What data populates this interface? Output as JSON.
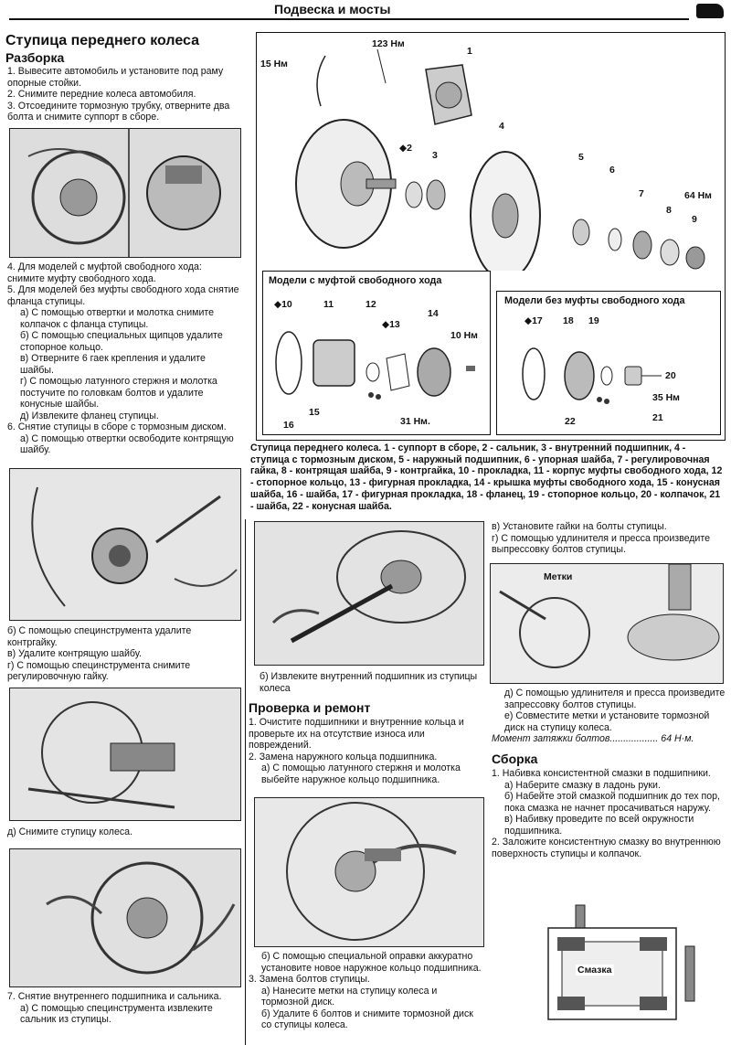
{
  "header": {
    "title": "Подвеска и мосты"
  },
  "section": {
    "title": "Ступица переднего колеса",
    "disassembly_title": "Разборка",
    "steps_a": [
      "1. Вывесите автомобиль и установите под раму опорные стойки.",
      "2. Снимите передние колеса автомобиля.",
      "3. Отсоедините тормозную трубку, отверните два болта и снимите суппорт в сборе."
    ],
    "steps_b": [
      "4. Для моделей с муфтой свободного хода: снимите муфту свободного хода.",
      "5. Для моделей без муфты свободного хода снятие фланца ступицы.",
      "а) С помощью отвертки и молотка снимите колпачок с фланца ступицы.",
      "б) С помощью специальных щипцов удалите стопорное кольцо.",
      "в) Отверните 6 гаек крепления и удалите шайбы.",
      "г) С помощью латунного стержня и молотка постучите по головкам болтов и удалите конусные шайбы.",
      "д) Извлеките фланец ступицы.",
      "6. Снятие ступицы в сборе с тормозным диском.",
      "а) С помощью отвертки освободите контрящую шайбу."
    ],
    "steps_c": [
      "б) С помощью специнструмента удалите контргайку.",
      "в) Удалите контрящую шайбу.",
      "г) С помощью специнструмента снимите регулировочную гайку."
    ],
    "steps_d": [
      "д) Снимите ступицу колеса."
    ],
    "steps_e": [
      "7. Снятие внутреннего подшипника и сальника.",
      "а) С помощью специнструмента извлеките сальник из ступицы."
    ]
  },
  "diagram": {
    "labels": {
      "t15": "15 Нм",
      "t123": "123 Нм",
      "n1": "1",
      "n2": "◆2",
      "n3": "3",
      "n4": "4",
      "n5": "5",
      "n6": "6",
      "n7": "7",
      "t64": "64 Нм",
      "n8": "8",
      "n9": "9"
    },
    "with_clutch": {
      "title": "Модели с муфтой свободного хода",
      "n10": "◆10",
      "n11": "11",
      "n12": "12",
      "n13": "◆13",
      "n14": "14",
      "t10": "10 Нм",
      "n15": "15",
      "n16": "16",
      "t31": "31 Нм."
    },
    "without_clutch": {
      "title": "Модели без муфты свободного хода",
      "n17": "◆17",
      "n18": "18",
      "n19": "19",
      "n20": "20",
      "t35": "35 Нм",
      "n21": "21",
      "n22": "22"
    },
    "caption": "Ступица переднего колеса. 1 - суппорт в сборе, 2 - сальник, 3 - внутренний подшипник, 4 - ступица с тормозным диском, 5 - наружный подшипник, 6 - упорная шайба, 7 - регулировочная гайка, 8 - контрящая шайба, 9 - контргайка, 10 - прокладка, 11 - корпус муфты свободного хода, 12 - стопорное кольцо, 13 - фигурная прокладка, 14 - крышка муфты свободного хода, 15 - конусная шайба, 16 - шайба, 17 - фигурная прокладка, 18 - фланец, 19 - стопорное кольцо, 20 - колпачок, 21 - шайба, 22 - конусная шайба."
  },
  "mid": {
    "photo_caption": "б) Извлеките внутренний подшипник из ступицы колеса",
    "check_title": "Проверка и ремонт",
    "check_steps": [
      "1. Очистите подшипники и внутренние кольца и проверьте их на отсутствие износа или повреждений.",
      "2. Замена наружного кольца подшипника.",
      "а) С помощью латунного стержня и молотка выбейте наружное кольцо подшипника."
    ],
    "steps_f": [
      "б) С помощью специальной оправки аккуратно установите новое наружное кольцо подшипника.",
      "3. Замена болтов ступицы.",
      "а) Нанесите метки на ступицу колеса и тормозной диск.",
      "б) Удалите 6 болтов и снимите тормозной диск со ступицы колеса."
    ]
  },
  "right": {
    "steps_top": [
      "в) Установите гайки на болты ступицы.",
      "г) С помощью удлинителя и пресса произведите выпрессовку болтов ступицы."
    ],
    "marks_label": "Метки",
    "steps_mid": [
      "д) С помощью удлинителя и пресса произведите запрессовку болтов ступицы.",
      "е) Совместите метки и установите тормозной диск на ступицу колеса."
    ],
    "torque": "Момент затяжки болтов.................. 64 Н·м.",
    "assembly_title": "Сборка",
    "assembly_steps": [
      "1. Набивка консистентной смазки в подшипники.",
      "а) Наберите смазку в ладонь руки.",
      "б) Набейте этой смазкой подшипник до тех пор, пока смазка не начнет просачиваться наружу.",
      "в) Набивку проведите по всей окружности подшипника.",
      "2. Заложите консистентную смазку во внутреннюю поверхность ступицы и колпачок."
    ],
    "grease_label": "Смазка"
  }
}
